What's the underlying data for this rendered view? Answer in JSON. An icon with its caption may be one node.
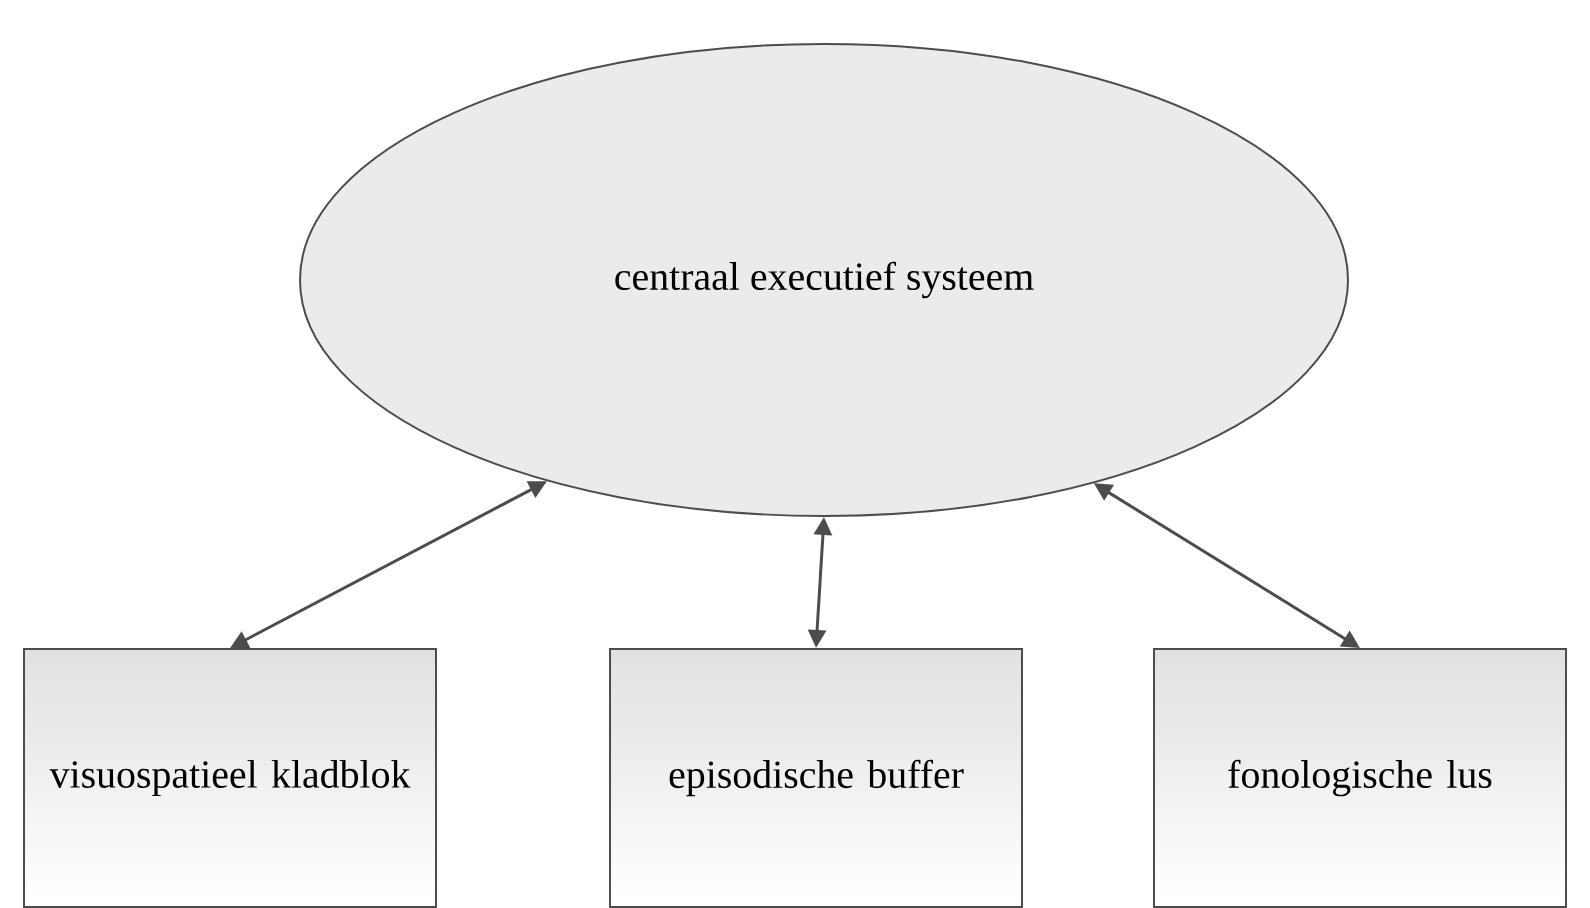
{
  "diagram": {
    "nodes": [
      {
        "text": [
          "centraal executief systeem"
        ]
      },
      {
        "text": [
          "visuospatieel kladblok"
        ]
      },
      {
        "text": [
          "episodische buffer"
        ]
      },
      {
        "text": [
          "fonologische lus"
        ]
      }
    ],
    "edges": [
      {
        "from": 0,
        "to": 1,
        "arrow": "both"
      },
      {
        "from": 0,
        "to": 2,
        "arrow": "both"
      },
      {
        "from": 0,
        "to": 3,
        "arrow": "both"
      }
    ]
  }
}
